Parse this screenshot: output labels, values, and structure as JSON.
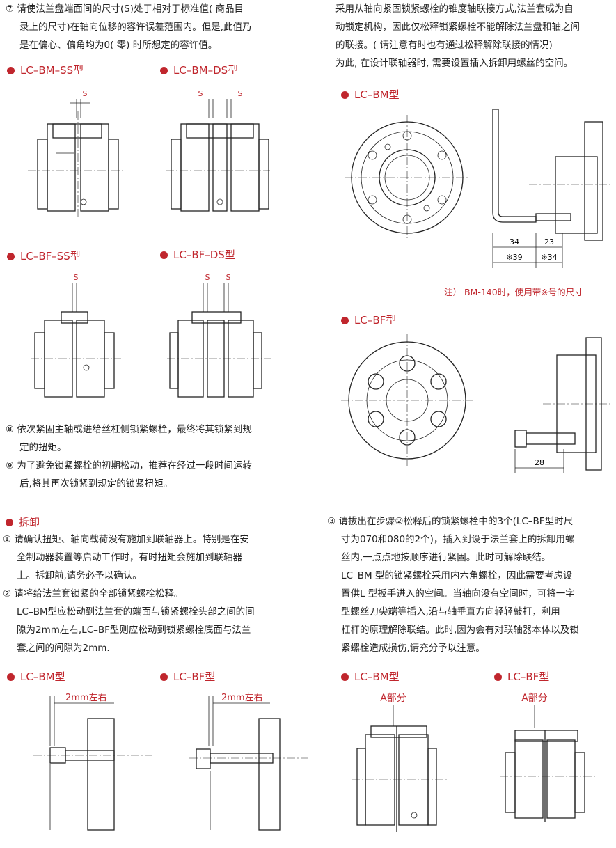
{
  "left_top": {
    "p7_lines": [
      "⑦ 请使法兰盘端面间的尺寸(S)处于相对于标准值( 商品目",
      "录上的尺寸)在轴向位移的容许误差范围内。但是,此值乃",
      "是在偏心、偏角均为0( 零) 时所想定的容许值。"
    ],
    "h_bm_ss": "LC–BM–SS型",
    "h_bm_ds": "LC–BM–DS型",
    "h_bf_ss": "LC–BF–SS型",
    "h_bf_ds": "LC–BF–DS型",
    "s_label": "S",
    "p8_lines": [
      "⑧ 依次紧固主轴或进给丝杠侧锁紧螺栓，最终将其锁紧到规",
      "定的扭矩。"
    ],
    "p9_lines": [
      "⑨ 为了避免锁紧螺栓的初期松动，推荐在经过一段时间运转",
      "后,将其再次锁紧到规定的锁紧扭矩。"
    ]
  },
  "right_top": {
    "intro_lines": [
      "采用从轴向紧固锁紧螺栓的锥度轴联接方式,法兰套成为自",
      "动锁定机构，因此仅松释锁紧螺栓不能解除法兰盘和轴之间",
      "的联接。( 请注意有时也有通过松释解除联接的情况)",
      "为此, 在设计联轴器时, 需要设置插入拆卸用螺丝的空间。"
    ],
    "h_bm": "LC–BM型",
    "dims_bm": [
      "34",
      "23",
      "※39",
      "※34"
    ],
    "note": "注） BM-140时，使用带※号的尺寸",
    "h_bf": "LC–BF型",
    "dim_bf": "28"
  },
  "disassembly": {
    "heading": "拆卸",
    "p1_lines": [
      "① 请确认扭矩、轴向载荷没有施加到联轴器上。特别是在安",
      "全制动器装置等启动工作时，有时扭矩会施加到联轴器",
      "上。拆卸前,请务必予以确认。"
    ],
    "p2_lines": [
      "② 请将给法兰套锁紧的全部锁紧螺栓松释。",
      "LC–BM型应松动到法兰套的端面与锁紧螺栓头部之间的间",
      "隙为2mm左右,LC–BF型则应松动到锁紧螺栓底面与法兰",
      "套之间的间隙为2mm."
    ],
    "h_bm": "LC–BM型",
    "h_bf": "LC–BF型",
    "gap_label": "2mm左右",
    "p3_lines": [
      "③ 请拔出在步骤②松释后的锁紧螺栓中的3个(LC–BF型时尺",
      "寸为070和080的2个)，插入到设于法兰套上的拆卸用螺",
      "丝内,一点点地按顺序进行紧固。此时可解除联结。",
      "LC–BM 型的锁紧螺栓采用内六角螺栓，因此需要考虑设",
      "置供L 型扳手进入的空间。当轴向没有空间时，可将一字",
      "型螺丝刀尖端等插入,沿与轴垂直方向轻轻敲打，利用",
      "杠杆的原理解除联结。此时,因为会有对联轴器本体以及锁",
      "紧螺栓造成损伤,请充分予以注意。"
    ],
    "h_bm2": "LC–BM型",
    "h_bf2": "LC–BF型",
    "part_a": "A部分"
  }
}
